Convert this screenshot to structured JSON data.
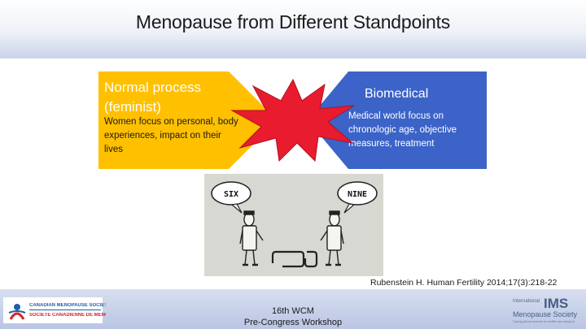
{
  "slide": {
    "title": "Menopause from Different Standpoints"
  },
  "left_box": {
    "heading": "Normal process (feminist)",
    "body": "Women focus on personal, body experiences, impact on their lives",
    "color": "#FFC000"
  },
  "right_box": {
    "heading": "Biomedical",
    "body": "Medical world focus on chronologic age, objective measures, treatment",
    "color": "#3B63C8"
  },
  "burst": {
    "color": "#E81C2E"
  },
  "illustration": {
    "left_bubble": "SIX",
    "right_bubble": "NINE"
  },
  "citation": "Rubenstein H. Human Fertility 2014;17(3):218-22",
  "footer": {
    "line1": "16th WCM",
    "line2": "Pre-Congress Workshop"
  },
  "logos": {
    "cms_en": "CANADIAN MENOPAUSE SOCIETY",
    "cms_fr": "SOCIÉTÉ CANADIENNE DE MÉNOPAUSE",
    "ims_small": "International",
    "ims_big": "IMS",
    "ims_name": "Menopause Society",
    "ims_tagline": "Caring about women in midlife and beyond"
  }
}
